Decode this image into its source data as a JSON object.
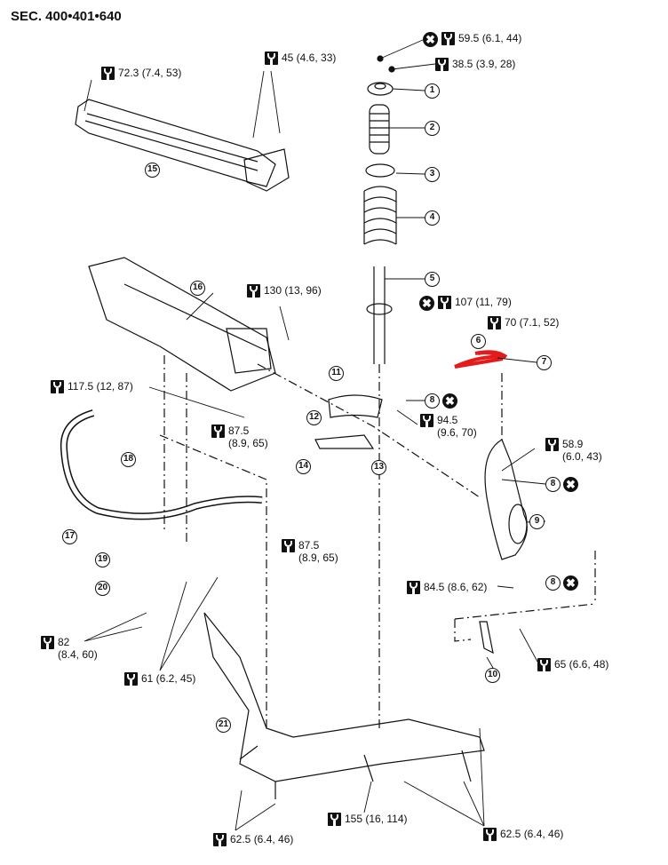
{
  "title": "SEC. 400•401•640",
  "colors": {
    "highlight": "#e31b1b",
    "line": "#111111"
  },
  "icons": {
    "torque": "torque-wrench-icon",
    "do_not_reuse": "do-not-reuse-x-icon"
  },
  "callouts": [
    {
      "id": "1",
      "label": "1"
    },
    {
      "id": "2",
      "label": "2"
    },
    {
      "id": "3",
      "label": "3"
    },
    {
      "id": "4",
      "label": "4"
    },
    {
      "id": "5",
      "label": "5"
    },
    {
      "id": "6",
      "label": "6"
    },
    {
      "id": "7",
      "label": "7"
    },
    {
      "id": "8a",
      "label": "8"
    },
    {
      "id": "8b",
      "label": "8"
    },
    {
      "id": "8c",
      "label": "8"
    },
    {
      "id": "9",
      "label": "9"
    },
    {
      "id": "10",
      "label": "10"
    },
    {
      "id": "11",
      "label": "11"
    },
    {
      "id": "12",
      "label": "12"
    },
    {
      "id": "13",
      "label": "13"
    },
    {
      "id": "14",
      "label": "14"
    },
    {
      "id": "15",
      "label": "15"
    },
    {
      "id": "16",
      "label": "16"
    },
    {
      "id": "17",
      "label": "17"
    },
    {
      "id": "18",
      "label": "18"
    },
    {
      "id": "19",
      "label": "19"
    },
    {
      "id": "20",
      "label": "20"
    },
    {
      "id": "21",
      "label": "21"
    }
  ],
  "torques": {
    "t1": {
      "value": "59.5 (6.1, 44)",
      "no_reuse": true
    },
    "t2": {
      "value": "38.5 (3.9, 28)"
    },
    "t3": {
      "value": "72.3 (7.4, 53)"
    },
    "t4": {
      "value": "45 (4.6, 33)"
    },
    "t5": {
      "value": "130 (13, 96)"
    },
    "t6": {
      "value": "107 (11, 79)",
      "no_reuse": true
    },
    "t7": {
      "value": "70 (7.1, 52)"
    },
    "t8": {
      "value": "117.5 (12, 87)"
    },
    "t9": {
      "line1": "87.5",
      "line2": "(8.9, 65)"
    },
    "t10": {
      "line1": "94.5",
      "line2": "(9.6, 70)"
    },
    "t11": {
      "line1": "58.9",
      "line2": "(6.0, 43)"
    },
    "t12": {
      "line1": "87.5",
      "line2": "(8.9, 65)"
    },
    "t13": {
      "value": "84.5 (8.6, 62)"
    },
    "t14": {
      "line1": "82",
      "line2": "(8.4, 60)"
    },
    "t15": {
      "value": "61 (6.2, 45)"
    },
    "t16": {
      "value": "65 (6.6, 48)"
    },
    "t17": {
      "value": "155 (16, 114)"
    },
    "t18": {
      "value": "62.5 (6.4, 46)"
    },
    "t19": {
      "value": "62.5 (6.4, 46)"
    }
  },
  "do_not_reuse_symbol": "✖"
}
